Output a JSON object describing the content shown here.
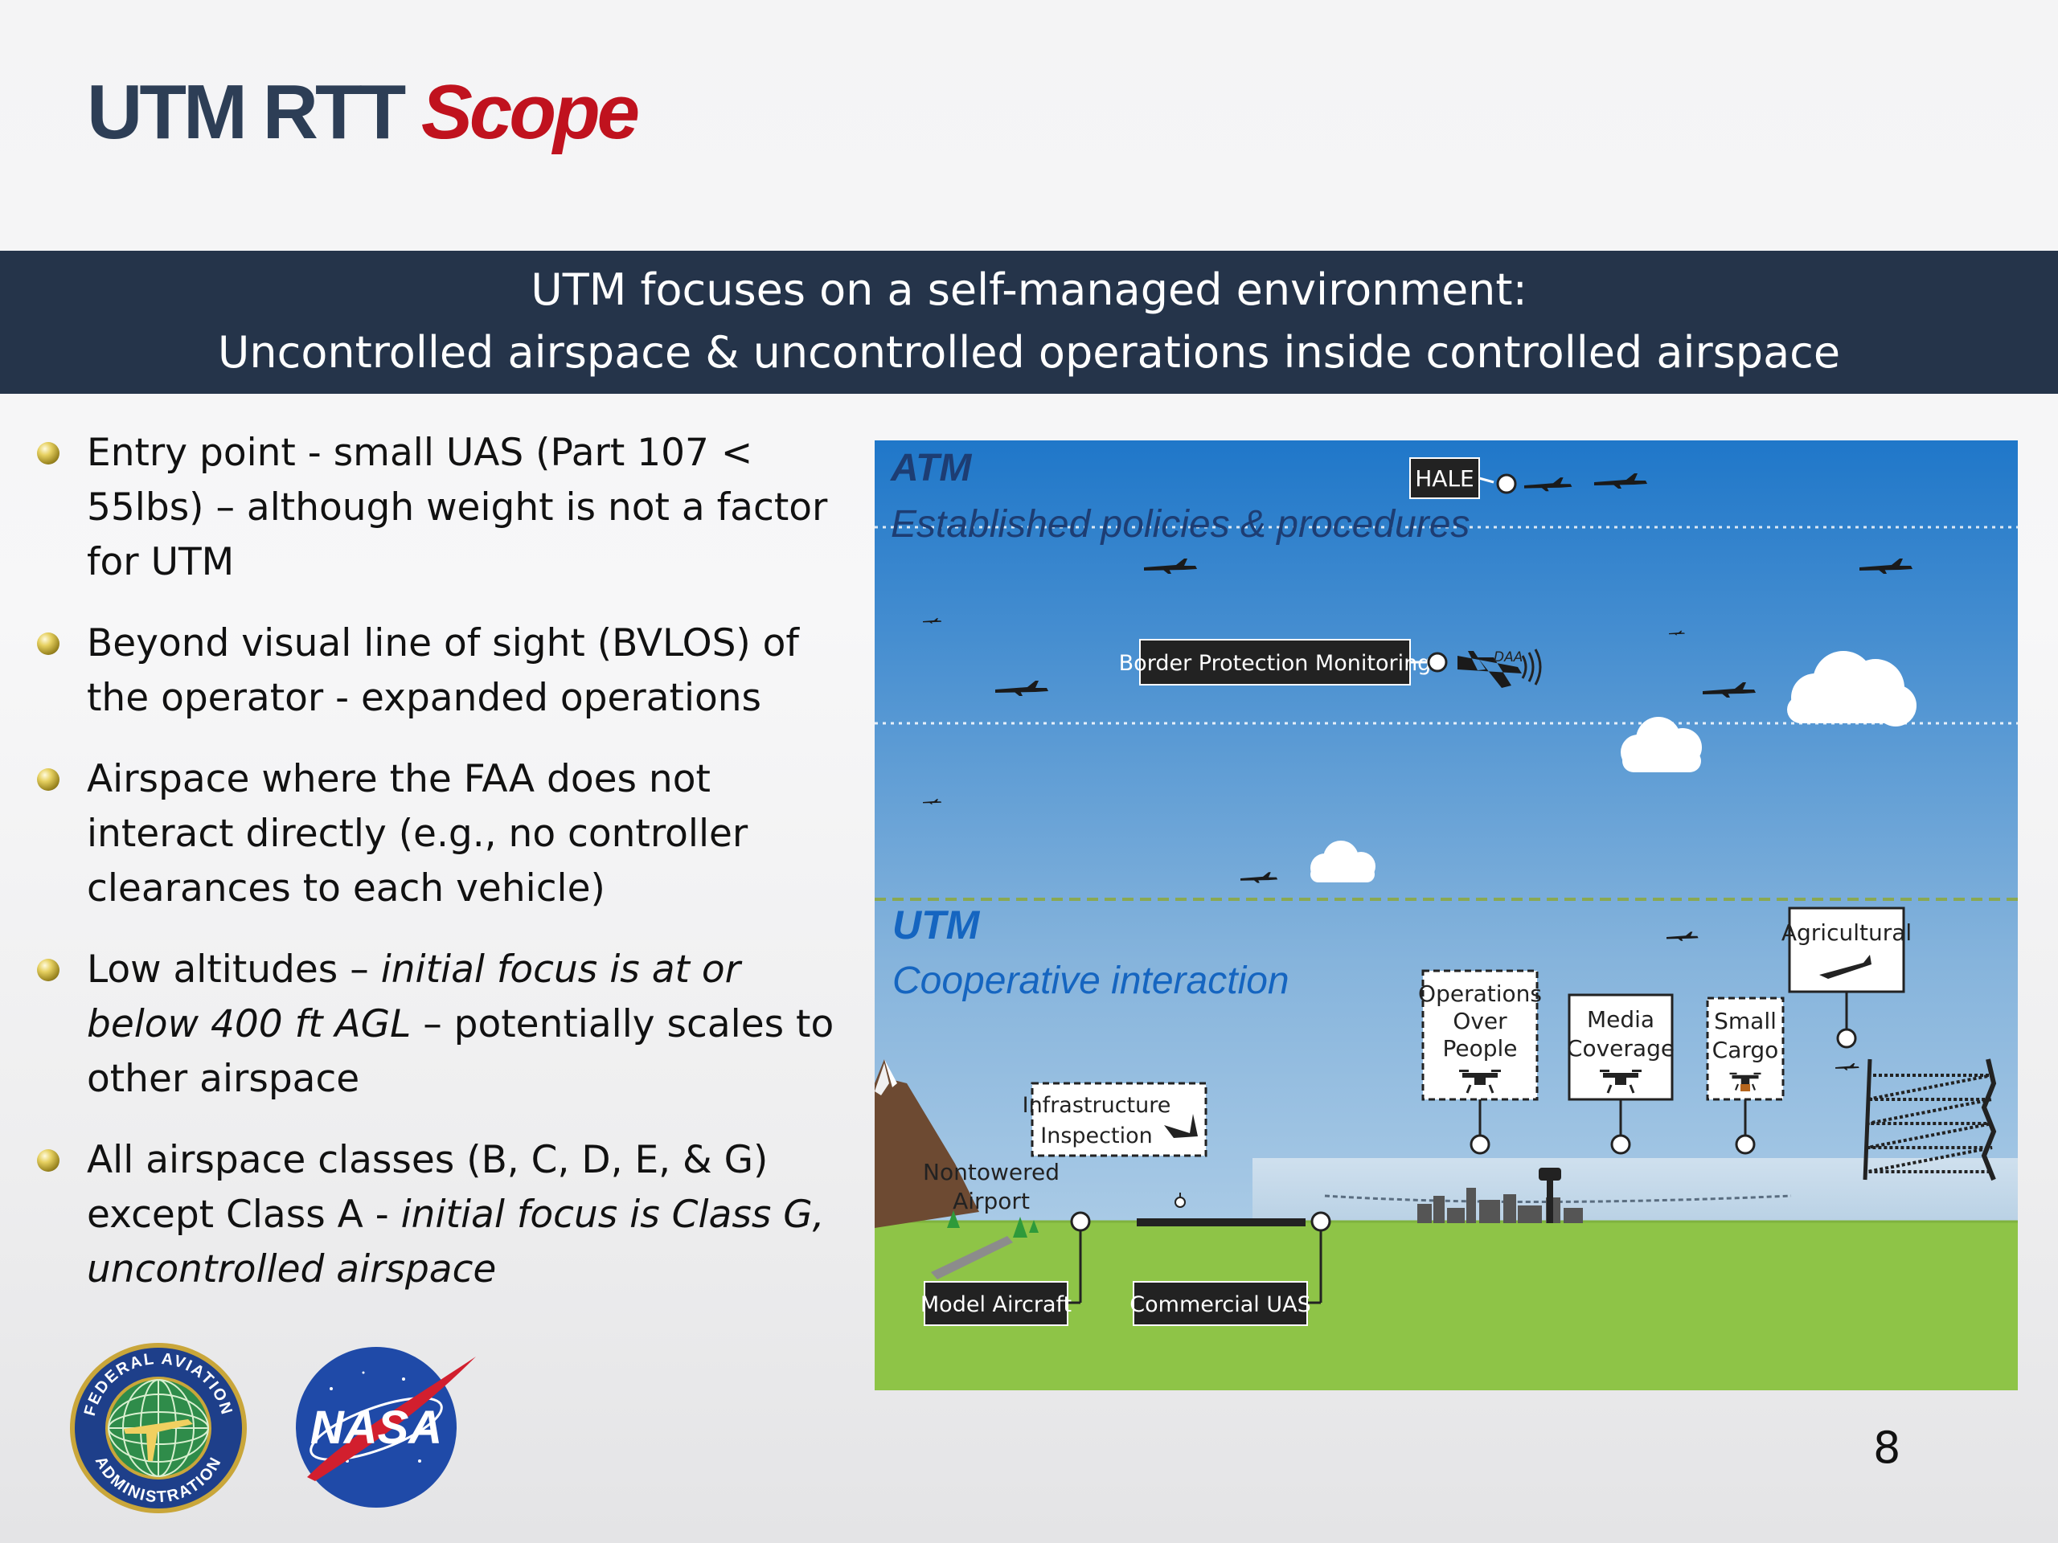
{
  "slide": {
    "title_main": "UTM RTT",
    "title_accent": "Scope",
    "banner_line1": "UTM focuses on a self-managed environment:",
    "banner_line2": "Uncontrolled airspace & uncontrolled operations inside controlled airspace",
    "page_number": "8"
  },
  "bullets": [
    {
      "parts": [
        "Entry point - small UAS (Part 107 < 55lbs) – although weight is not a factor for UTM"
      ]
    },
    {
      "parts": [
        "Beyond visual line of sight (BVLOS) of the operator - expanded operations"
      ]
    },
    {
      "parts": [
        "Airspace where the FAA does not interact directly (e.g., no controller clearances to each vehicle)"
      ]
    },
    {
      "parts": [
        "Low altitudes – ",
        "initial focus is at or below 400 ft AGL",
        " – potentially scales to other airspace"
      ]
    },
    {
      "parts": [
        "All airspace classes (B, C, D, E, & G) except Class A - ",
        "initial focus is Class G, uncontrolled airspace"
      ]
    }
  ],
  "figure": {
    "atm_label": "ATM",
    "atm_sub": "Established policies & procedures",
    "utm_label": "UTM",
    "utm_sub": "Cooperative interaction",
    "hale": "HALE",
    "border": "Border Protection Monitoring",
    "daa": "DAA",
    "infra1": "Infrastructure",
    "infra2": "Inspection",
    "nontowered1": "Nontowered",
    "nontowered2": "Airport",
    "model": "Model Aircraft",
    "commercial": "Commercial UAS",
    "ops1": "Operations",
    "ops2": "Over",
    "ops3": "People",
    "media1": "Media",
    "media2": "Coverage",
    "cargo1": "Small",
    "cargo2": "Cargo",
    "agri": "Agricultural"
  },
  "logos": {
    "faa_top": "FEDERAL AVIATION",
    "faa_bottom": "ADMINISTRATION",
    "nasa": "NASA"
  },
  "colors": {
    "title_blue": "#2d3e56",
    "title_red": "#c0121e",
    "banner_bg": "#25344a",
    "sky_top": "#1f77c9",
    "ground": "#8ec447",
    "utm_text": "#1565c0"
  }
}
